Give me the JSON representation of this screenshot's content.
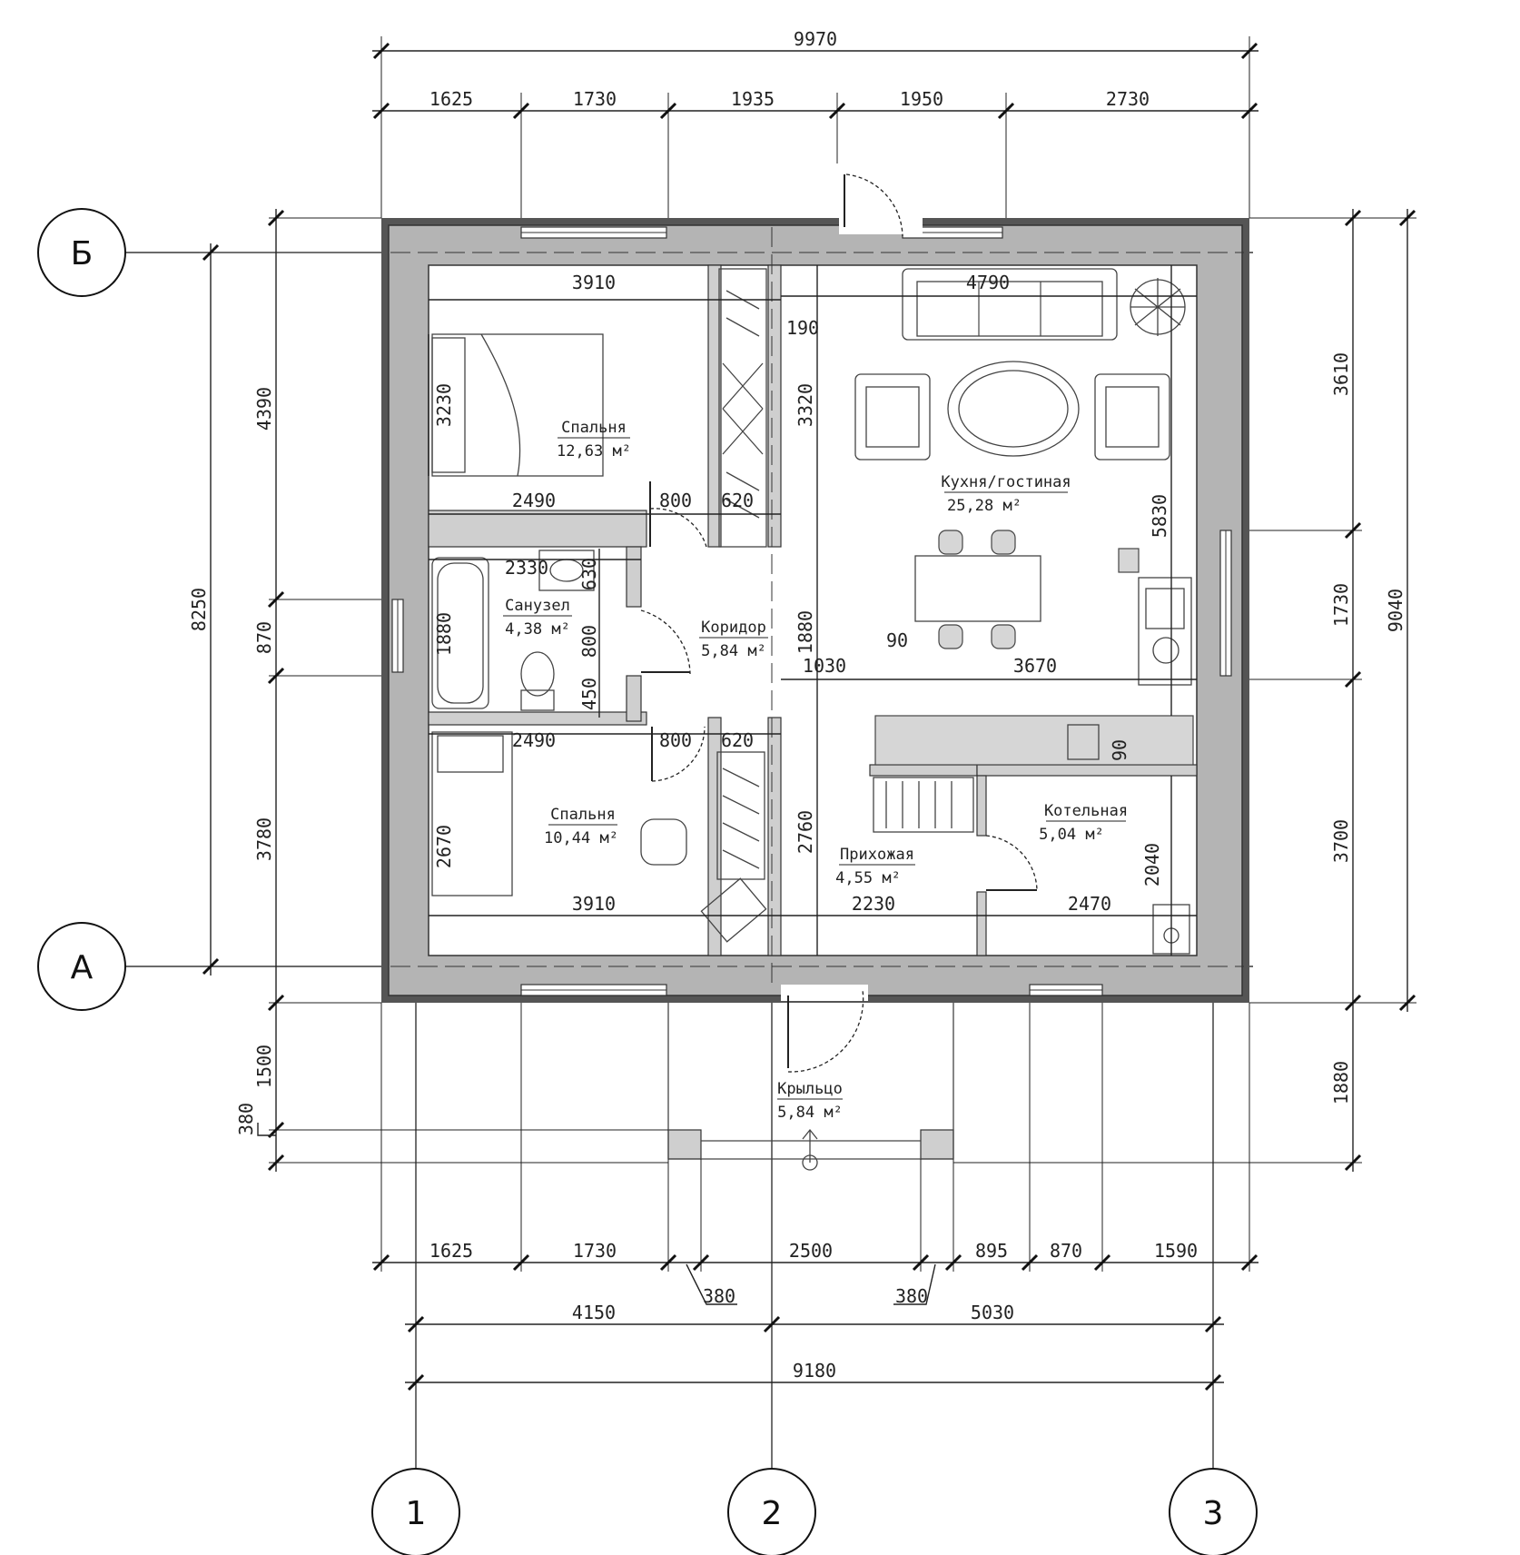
{
  "axes": {
    "rows": [
      "Б",
      "А"
    ],
    "cols": [
      "1",
      "2",
      "3"
    ]
  },
  "dimensions": {
    "top_overall": "9970",
    "top_segments": [
      "1625",
      "1730",
      "1935",
      "1950",
      "2730"
    ],
    "bottom_segments": [
      "1625",
      "1730",
      "2500",
      "895",
      "870",
      "1590"
    ],
    "bottom_leaders": [
      "380",
      "380"
    ],
    "bottom_axes": [
      "4150",
      "5030"
    ],
    "bottom_overall": "9180",
    "left_overall": "8250",
    "left_segments": [
      "4390",
      "870",
      "3780",
      "1500",
      "380"
    ],
    "right_segments": [
      "3610",
      "1730",
      "3700",
      "1880"
    ],
    "right_overall": "9040",
    "interior_h": {
      "bed1_width": "3910",
      "bed1_lower": "2490",
      "door1": "800",
      "closet1": "620",
      "bath_width": "2330",
      "bed2_upper": "2490",
      "door2": "800",
      "closet2": "620",
      "bed2_width": "3910",
      "hall_width": "2230",
      "boiler_width": "2470",
      "kitchen_top": "4790",
      "kitchen_mid": "3670",
      "corr_offset": "1030",
      "wall_90": "90",
      "wall_190": "190"
    },
    "interior_v": {
      "bed1_depth": "3230",
      "corr_top": "3320",
      "bath_small": "630",
      "bath_depth": "1880",
      "bath_door": "800",
      "bath_wall": "450",
      "corr_mid": "1880",
      "bed2_depth": "2670",
      "corr_low": "2760",
      "kitchen_depth": "5830",
      "boiler_depth": "2040",
      "boiler_wall": "90"
    }
  },
  "rooms": [
    {
      "name": "Спальня",
      "area": "12,63 м²"
    },
    {
      "name": "Санузел",
      "area": "4,38 м²"
    },
    {
      "name": "Коридор",
      "area": "5,84 м²"
    },
    {
      "name": "Кухня/гостиная",
      "area": "25,28 м²"
    },
    {
      "name": "Спальня",
      "area": "10,44 м²"
    },
    {
      "name": "Прихожая",
      "area": "4,55 м²"
    },
    {
      "name": "Котельная",
      "area": "5,04 м²"
    },
    {
      "name": "Крыльцо",
      "area": "5,84 м²"
    }
  ]
}
